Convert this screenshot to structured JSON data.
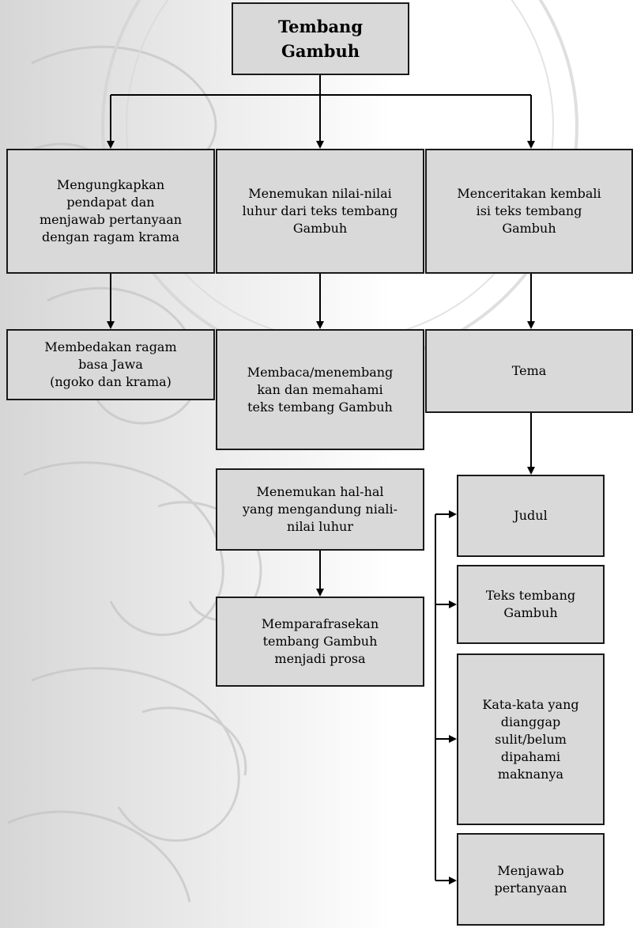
{
  "root": {
    "label": "Tembang\nGambuh"
  },
  "level1": [
    {
      "label": "Mengungkapkan\npendapat dan\nmenjawab pertanyaan\ndengan ragam krama"
    },
    {
      "label": "Menemukan nilai-nilai\nluhur dari teks tembang\nGambuh"
    },
    {
      "label": "Menceritakan kembali\nisi teks tembang\nGambuh"
    }
  ],
  "level2": [
    {
      "label": "Membedakan ragam\nbasa Jawa\n(ngoko dan krama)"
    },
    {
      "label": "Membaca/menembang\nkan dan memahami\nteks tembang Gambuh"
    },
    {
      "label": "Tema"
    }
  ],
  "middle_chain": [
    {
      "label": "Menemukan hal-hal\nyang mengandung niali-\nnilai luhur"
    },
    {
      "label": "Memparafrasekan\ntembang Gambuh\nmenjadi prosa"
    }
  ],
  "right_list": [
    {
      "label": "Judul"
    },
    {
      "label": "Teks tembang\nGambuh"
    },
    {
      "label": "Kata-kata yang\ndianggap\nsulit/belum\ndipahami\nmaknanya"
    },
    {
      "label": "Menjawab\npertanyaan"
    }
  ]
}
